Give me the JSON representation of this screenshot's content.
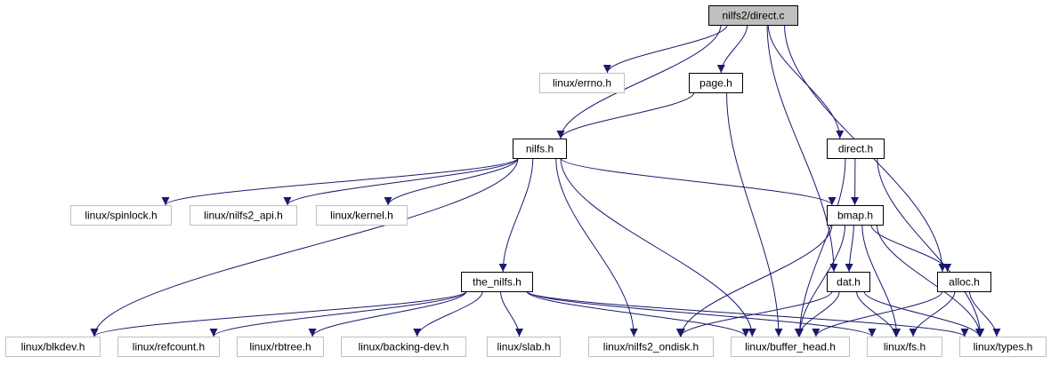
{
  "diagram": {
    "colors": {
      "edge": "#191970",
      "root_fill": "#bfbfbf",
      "normal_border": "#000000",
      "external_border": "#bfbfbf",
      "node_fill": "#ffffff",
      "text": "#000000"
    },
    "nodes": [
      {
        "id": "direct_c",
        "label": "nilfs2/direct.c",
        "kind": "root"
      },
      {
        "id": "errno",
        "label": "linux/errno.h",
        "kind": "external"
      },
      {
        "id": "page_h",
        "label": "page.h",
        "kind": "normal"
      },
      {
        "id": "nilfs_h",
        "label": "nilfs.h",
        "kind": "normal"
      },
      {
        "id": "direct_h",
        "label": "direct.h",
        "kind": "normal"
      },
      {
        "id": "spinlock",
        "label": "linux/spinlock.h",
        "kind": "external"
      },
      {
        "id": "nilfs2_api",
        "label": "linux/nilfs2_api.h",
        "kind": "external"
      },
      {
        "id": "kernel",
        "label": "linux/kernel.h",
        "kind": "external"
      },
      {
        "id": "bmap_h",
        "label": "bmap.h",
        "kind": "normal"
      },
      {
        "id": "the_nilfs",
        "label": "the_nilfs.h",
        "kind": "normal"
      },
      {
        "id": "dat_h",
        "label": "dat.h",
        "kind": "normal"
      },
      {
        "id": "alloc_h",
        "label": "alloc.h",
        "kind": "normal"
      },
      {
        "id": "blkdev",
        "label": "linux/blkdev.h",
        "kind": "external"
      },
      {
        "id": "refcount",
        "label": "linux/refcount.h",
        "kind": "external"
      },
      {
        "id": "rbtree",
        "label": "linux/rbtree.h",
        "kind": "external"
      },
      {
        "id": "backing",
        "label": "linux/backing-dev.h",
        "kind": "external"
      },
      {
        "id": "slab",
        "label": "linux/slab.h",
        "kind": "external"
      },
      {
        "id": "ondisk",
        "label": "linux/nilfs2_ondisk.h",
        "kind": "external"
      },
      {
        "id": "buffer_head",
        "label": "linux/buffer_head.h",
        "kind": "external"
      },
      {
        "id": "fs",
        "label": "linux/fs.h",
        "kind": "external"
      },
      {
        "id": "types",
        "label": "linux/types.h",
        "kind": "external"
      }
    ],
    "edges": [
      [
        "direct_c",
        "errno"
      ],
      [
        "direct_c",
        "page_h"
      ],
      [
        "direct_c",
        "nilfs_h"
      ],
      [
        "direct_c",
        "direct_h"
      ],
      [
        "direct_c",
        "dat_h"
      ],
      [
        "direct_c",
        "alloc_h"
      ],
      [
        "page_h",
        "nilfs_h"
      ],
      [
        "page_h",
        "buffer_head"
      ],
      [
        "nilfs_h",
        "spinlock"
      ],
      [
        "nilfs_h",
        "nilfs2_api"
      ],
      [
        "nilfs_h",
        "kernel"
      ],
      [
        "nilfs_h",
        "bmap_h"
      ],
      [
        "nilfs_h",
        "the_nilfs"
      ],
      [
        "nilfs_h",
        "blkdev"
      ],
      [
        "nilfs_h",
        "ondisk"
      ],
      [
        "nilfs_h",
        "buffer_head"
      ],
      [
        "direct_h",
        "bmap_h"
      ],
      [
        "direct_h",
        "buffer_head"
      ],
      [
        "direct_h",
        "types"
      ],
      [
        "bmap_h",
        "dat_h"
      ],
      [
        "bmap_h",
        "alloc_h"
      ],
      [
        "bmap_h",
        "ondisk"
      ],
      [
        "bmap_h",
        "buffer_head"
      ],
      [
        "bmap_h",
        "fs"
      ],
      [
        "bmap_h",
        "types"
      ],
      [
        "the_nilfs",
        "blkdev"
      ],
      [
        "the_nilfs",
        "refcount"
      ],
      [
        "the_nilfs",
        "rbtree"
      ],
      [
        "the_nilfs",
        "backing"
      ],
      [
        "the_nilfs",
        "slab"
      ],
      [
        "the_nilfs",
        "buffer_head"
      ],
      [
        "the_nilfs",
        "fs"
      ],
      [
        "the_nilfs",
        "types"
      ],
      [
        "dat_h",
        "ondisk"
      ],
      [
        "dat_h",
        "buffer_head"
      ],
      [
        "dat_h",
        "fs"
      ],
      [
        "dat_h",
        "types"
      ],
      [
        "alloc_h",
        "buffer_head"
      ],
      [
        "alloc_h",
        "fs"
      ],
      [
        "alloc_h",
        "types"
      ]
    ]
  }
}
